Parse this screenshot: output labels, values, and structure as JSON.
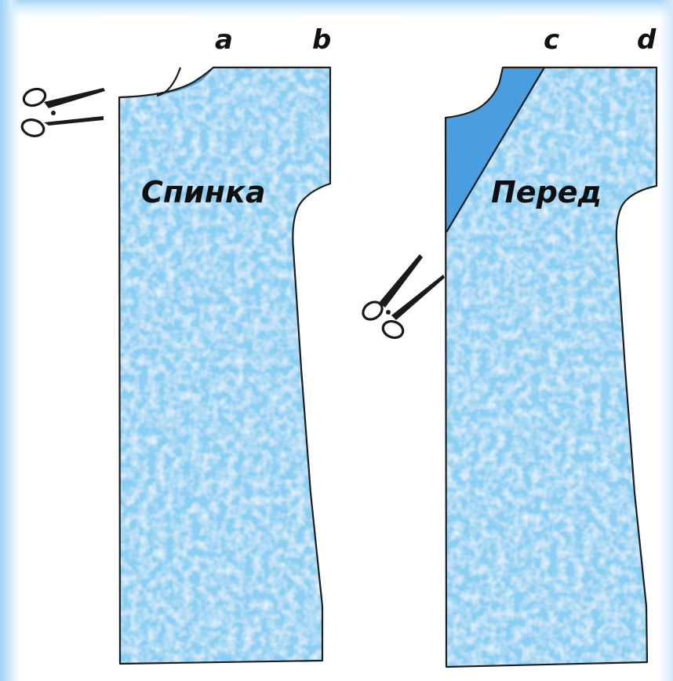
{
  "back_piece": {
    "title": "Спинка",
    "point_a": "a",
    "point_b": "b"
  },
  "front_piece": {
    "title": "Перед",
    "point_c": "c",
    "point_d": "d"
  },
  "colors": {
    "fabric": "#8ccff3",
    "cut_area": "#4a9ee0",
    "outline": "#1d1d1d",
    "frame_glow": "#9fd0f2"
  },
  "icons": [
    "scissors-icon",
    "scissors-icon"
  ]
}
